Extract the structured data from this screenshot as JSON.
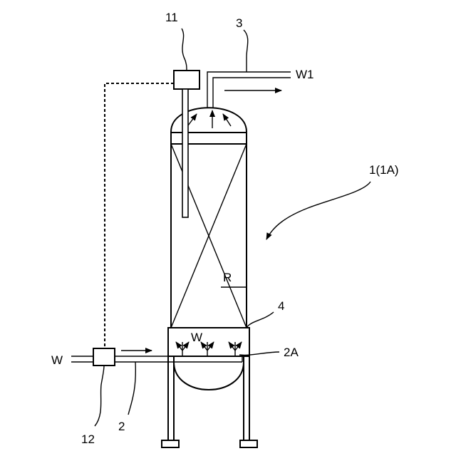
{
  "diagram": {
    "labels": {
      "sensor_top": "11",
      "outlet_pipe": "3",
      "outlet_flow": "W1",
      "apparatus": "1(1A)",
      "resin_layer": "R",
      "support_plate": "4",
      "inlet_flow": "W",
      "inner_flow": "W",
      "distributor": "2A",
      "inlet_pipe": "2",
      "sensor_bottom": "12"
    },
    "colors": {
      "stroke": "#000000",
      "background": "#ffffff"
    }
  }
}
